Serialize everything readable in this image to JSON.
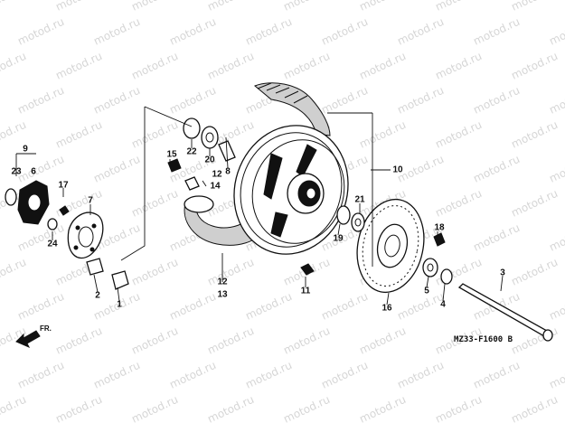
{
  "watermark": "motod.ru",
  "diagram_code": "MZ33-F1600 B",
  "direction_label": "FR.",
  "callouts": [
    "1",
    "2",
    "3",
    "4",
    "5",
    "6",
    "7",
    "8",
    "9",
    "10",
    "11",
    "12",
    "12",
    "13",
    "14",
    "15",
    "16",
    "17",
    "18",
    "19",
    "20",
    "21",
    "22",
    "23",
    "24"
  ]
}
